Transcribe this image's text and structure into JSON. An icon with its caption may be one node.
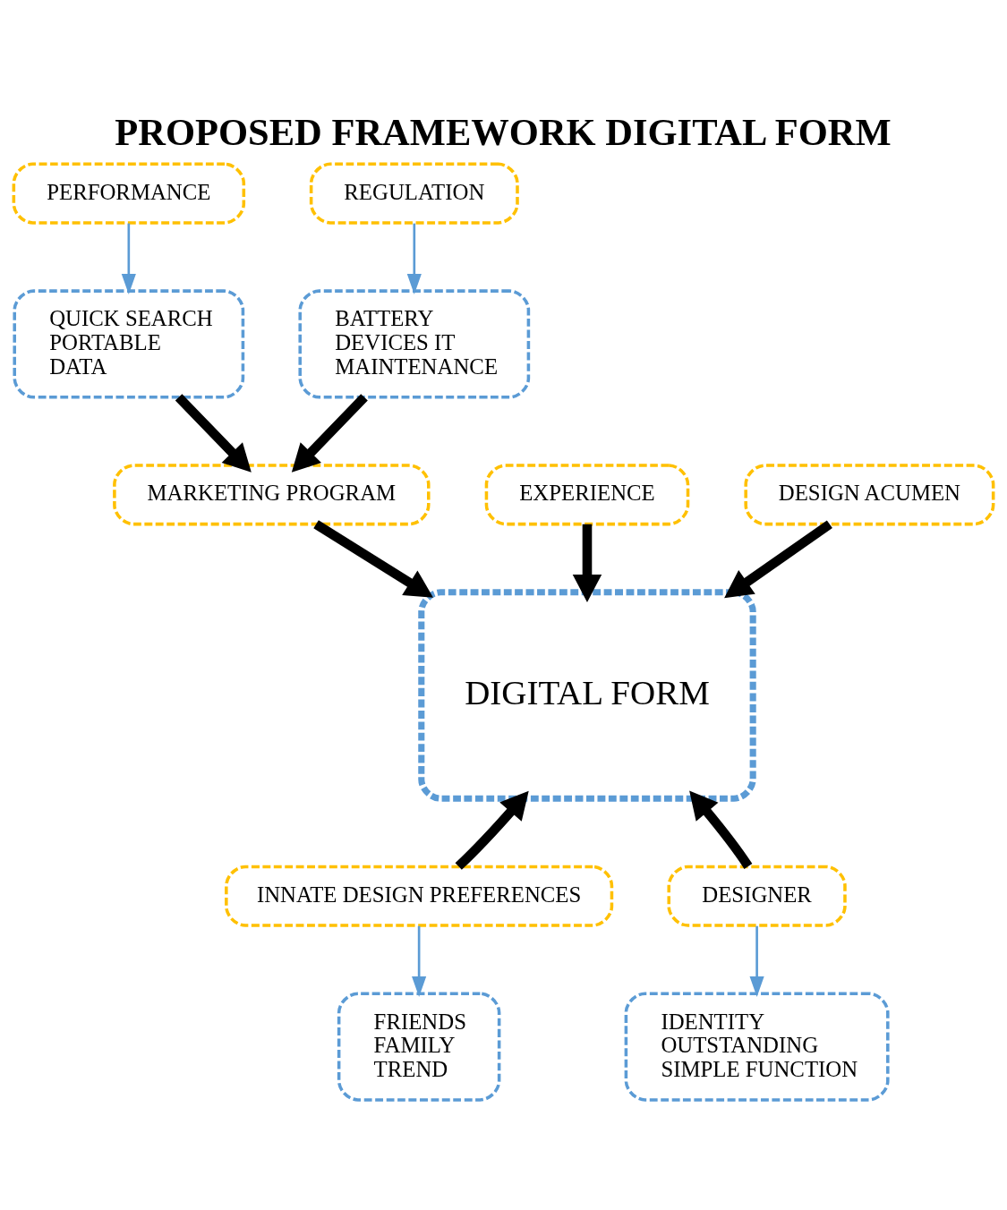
{
  "diagram": {
    "title": "PROPOSED FRAMEWORK DIGITAL FORM",
    "nodes": [
      {
        "text": [
          "PERFORMANCE"
        ]
      },
      {
        "text": [
          "QUICK SEARCH",
          "PORTABLE",
          "DATA"
        ]
      },
      {
        "text": [
          "REGULATION"
        ]
      },
      {
        "text": [
          "BATTERY",
          "DEVICES IT",
          "MAINTENANCE"
        ]
      },
      {
        "text": [
          "MARKETING PROGRAM"
        ]
      },
      {
        "text": [
          "EXPERIENCE"
        ]
      },
      {
        "text": [
          "DESIGN ACUMEN"
        ]
      },
      {
        "text": [
          "DIGITAL FORM"
        ]
      },
      {
        "text": [
          "INNATE DESIGN PREFERENCES"
        ]
      },
      {
        "text": [
          "FRIENDS",
          "FAMILY",
          "TREND"
        ]
      },
      {
        "text": [
          "DESIGNER"
        ]
      },
      {
        "text": [
          "IDENTITY",
          "OUTSTANDING",
          "SIMPLE FUNCTION"
        ]
      }
    ],
    "edges": [
      {
        "from": 0,
        "to": 1,
        "arrow": "to",
        "color": "#5b9bd5"
      },
      {
        "from": 2,
        "to": 3,
        "arrow": "to",
        "color": "#5b9bd5"
      },
      {
        "from": 1,
        "to": 4,
        "arrow": "to"
      },
      {
        "from": 3,
        "to": 4,
        "arrow": "to"
      },
      {
        "from": 4,
        "to": 7,
        "arrow": "to"
      },
      {
        "from": 6,
        "to": 7,
        "arrow": "to"
      },
      {
        "from": 5,
        "to": 7,
        "arrow": "to"
      },
      {
        "from": 8,
        "to": 7,
        "arrow": "to"
      },
      {
        "from": 10,
        "to": 7,
        "arrow": "to"
      },
      {
        "from": 8,
        "to": 9,
        "arrow": "to",
        "color": "#5b9bd5"
      },
      {
        "from": 10,
        "to": 11,
        "arrow": "to",
        "color": "#5b9bd5"
      }
    ]
  }
}
